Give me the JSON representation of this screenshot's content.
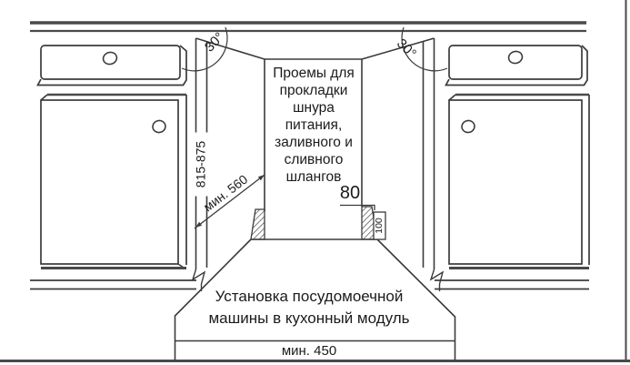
{
  "diagram": {
    "type": "appliance-installation-diagram",
    "note": {
      "full": "Проемы для прокладки шнура питания, заливного и сливного шлангов",
      "lines": [
        "Проемы для",
        "прокладки",
        "шнура",
        "питания,",
        "заливного и",
        "сливного",
        "шлангов"
      ]
    },
    "caption": {
      "full": "Установка посудомоечной машины в кухонный модуль",
      "lines": [
        "Установка посудомоечной",
        "машины в кухонный модуль"
      ]
    },
    "dimensions": {
      "niche_height": "815-875",
      "niche_depth": "мин. 560",
      "base_width": "мин. 450",
      "opening_width": "80",
      "opening_height": "100",
      "door_angle_left": "30°",
      "door_angle_right": "30°"
    },
    "colors": {
      "line": "#3b3b3b",
      "heavy_line": "#4a4a4a",
      "text": "#1b1b1b",
      "background": "#ffffff"
    }
  }
}
